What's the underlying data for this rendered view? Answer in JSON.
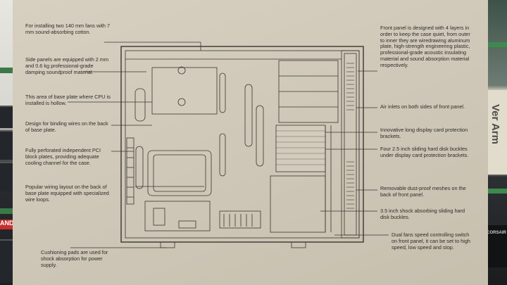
{
  "callouts_left": [
    "For installing two 140 mm fans with 7 mm sound-absorbing cotton.",
    "Side panels are equipped with 2 mm and 0.6 kg professional-grade damping soundproof material.",
    "This area of base plate where CPU is installed is hollow.",
    "Design for binding wires on the back of base plate.",
    "Fully perforated independent PCI block plates, providing adequate cooling channel for the case.",
    "Popular wiring layout on the back of base plate equipped with specialized wire loops.",
    "Cushioning pads are used for shock absorption for power supply."
  ],
  "callouts_right": [
    "Front panel is designed with 4 layers in order to keep the case quiet, from outer to inner they are wiredrawing aluminum plate, high-strength engineering plastic, professional-grade acoustic insulating material and sound absorption material respectively.",
    "Air inlets on both sides of front panel.",
    "Innovative long display card protection brackets.",
    "Four 2.5 inch sliding hard disk buckles under display card protection brackets.",
    "Removable dust-proof meshes on the back of front panel.",
    "3.5 inch shock absorbing sliding hard disk buckles.",
    "Dual fans speed controlling switch on front panel, it can be set to high speed, low speed and stop."
  ],
  "background": {
    "left_tag": "AND",
    "right_box_text": "Ver Arm",
    "right_brand": "CORSAIR"
  }
}
